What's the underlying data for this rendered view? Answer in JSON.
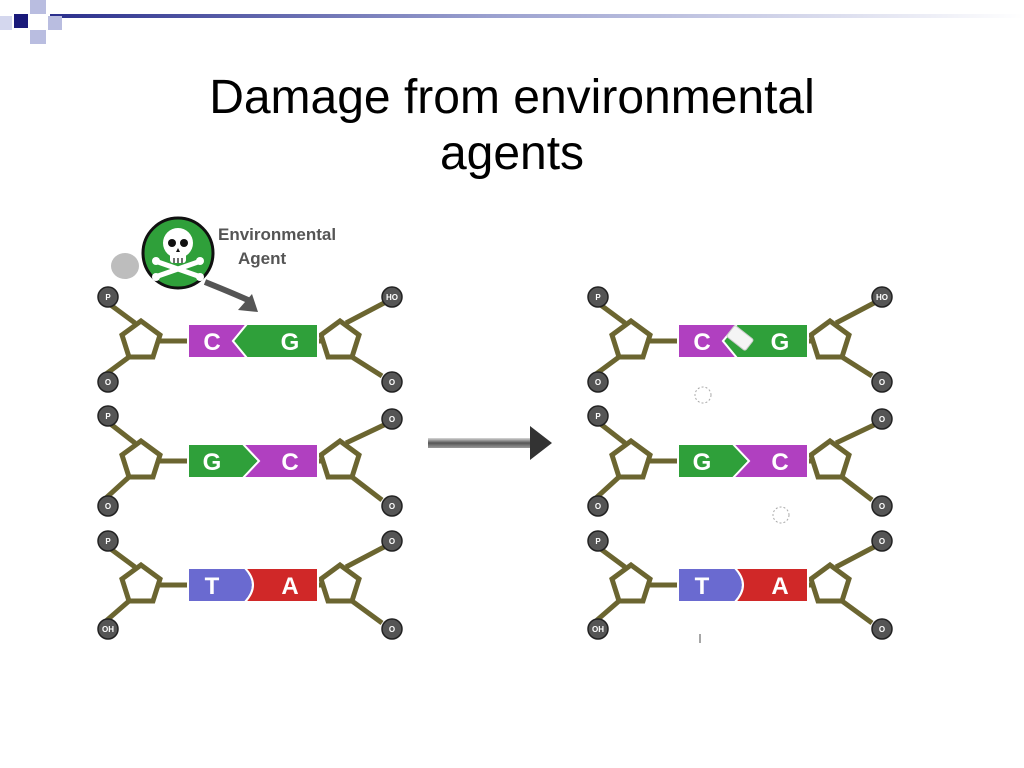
{
  "slide": {
    "title_line1": "Damage from environmental",
    "title_line2": "agents"
  },
  "agent": {
    "label_line1": "Environmental",
    "label_line2": "Agent",
    "icon": "skull-and-crossbones-icon"
  },
  "strands": {
    "before": {
      "pairs": [
        {
          "left": "C",
          "right": "G"
        },
        {
          "left": "G",
          "right": "C"
        },
        {
          "left": "T",
          "right": "A"
        }
      ],
      "left_terminals": [
        "P",
        "O",
        "P",
        "O",
        "P",
        "OH"
      ],
      "right_terminals": [
        "HO",
        "O",
        "O",
        "O",
        "O",
        "O"
      ]
    },
    "after": {
      "pairs": [
        {
          "left": "C",
          "right": "G"
        },
        {
          "left": "G",
          "right": "C"
        },
        {
          "left": "T",
          "right": "A"
        }
      ],
      "left_terminals": [
        "P",
        "O",
        "P",
        "O",
        "P",
        "OH"
      ],
      "right_terminals": [
        "HO",
        "O",
        "O",
        "O",
        "O",
        "O"
      ]
    }
  },
  "colors": {
    "C": "#b040c0",
    "G": "#2fa03a",
    "T": "#6a6ad0",
    "A": "#d02828",
    "backbone": "#6b6530",
    "terminal": "#555555",
    "agent": "#2fa03a"
  }
}
